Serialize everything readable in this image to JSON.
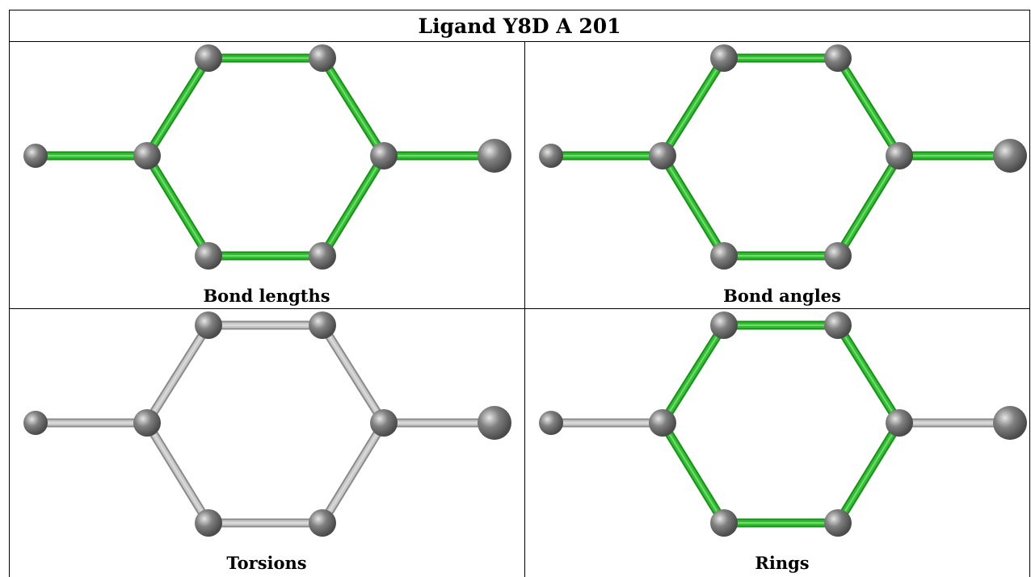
{
  "title": "Ligand Y8D A 201",
  "panels": [
    {
      "caption": "Bond lengths",
      "ring_color": "green",
      "substituent_color": "green"
    },
    {
      "caption": "Bond angles",
      "ring_color": "green",
      "substituent_color": "green"
    },
    {
      "caption": "Torsions",
      "ring_color": "grey",
      "substituent_color": "grey"
    },
    {
      "caption": "Rings",
      "ring_color": "green",
      "substituent_color": "grey"
    }
  ],
  "colors": {
    "green": "#2fc22f",
    "green_dark": "#1a8f1a",
    "grey": "#c8c8c8",
    "grey_dark": "#8a8a8a",
    "atom": "#808080"
  }
}
